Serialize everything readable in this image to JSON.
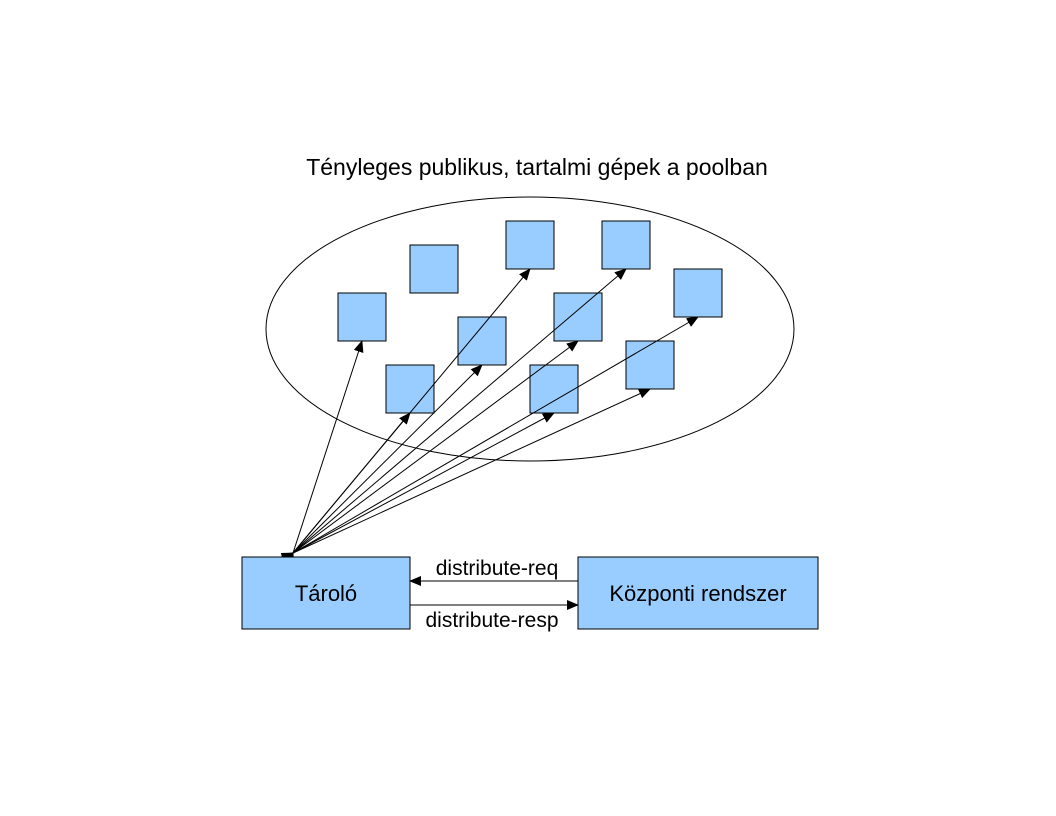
{
  "title": "Tényleges publikus, tartalmi gépek a poolban",
  "storage": {
    "label": "Tároló"
  },
  "central": {
    "label": "Központi rendszer"
  },
  "request_label": "distribute-req",
  "response_label": "distribute-resp",
  "pool_machine_count": 10,
  "colors": {
    "box_fill": "#99ccff",
    "stroke": "#000000"
  }
}
